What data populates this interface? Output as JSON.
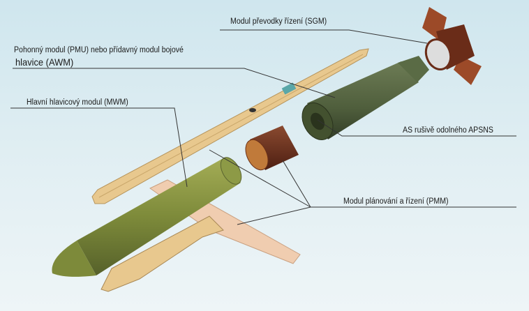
{
  "title": "Exploded view of guided missile modules",
  "labels": {
    "sgm": "Modul převodky řízení (SGM)",
    "pmu_line1": "Pohonný modul (PMU) nebo přídavný modul bojové",
    "pmu_line2": "hlavice (AWM)",
    "mwm": "Hlavní hlavicový modul (MWM)",
    "apsns": "AS rušivě odolného APSNS",
    "pmm": "Modul plánování a řízení (PMM)"
  },
  "colors": {
    "rail": "#e8c88e",
    "warhead": "#7d8a3a",
    "propulsion": "#4f5e3c",
    "planning": "#6e2f1c",
    "control": "#8a3b20",
    "leader": "#333333"
  }
}
